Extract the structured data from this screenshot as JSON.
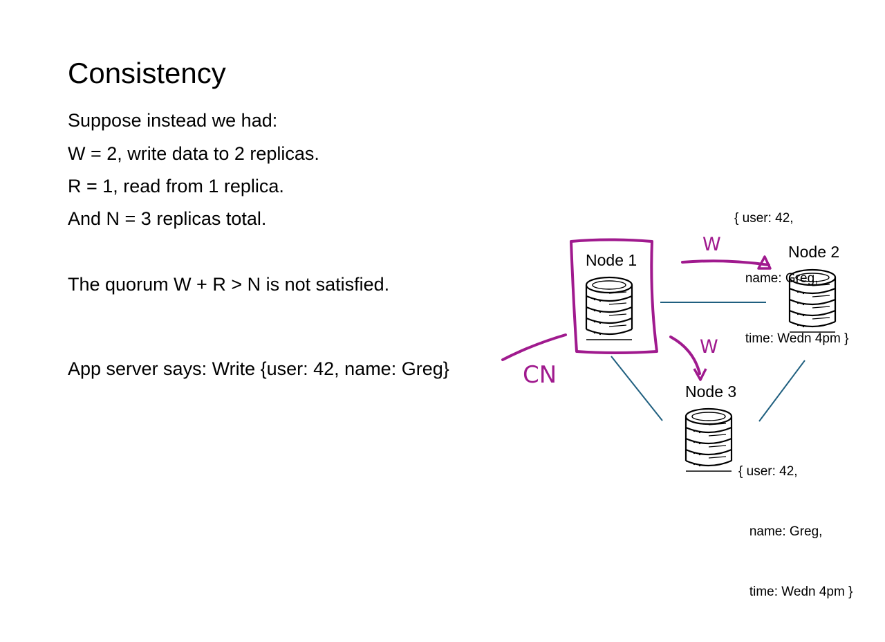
{
  "slide": {
    "title": "Consistency",
    "lines": [
      "Suppose instead we had:",
      "W = 2, write data to 2 replicas.",
      "R = 1,  read from 1 replica.",
      "And N = 3 replicas total.",
      "The quorum W + R > N is not satisfied.",
      "App server says: Write {user: 42, name: Greg}"
    ]
  },
  "diagram": {
    "nodes": [
      {
        "label": "Node 1",
        "icon": "database-icon"
      },
      {
        "label": "Node 2",
        "icon": "database-icon"
      },
      {
        "label": "Node 3",
        "icon": "database-icon"
      }
    ],
    "records": {
      "node2": [
        "{ user: 42,",
        "   name: Greg,",
        "   time: Wedn 4pm }"
      ],
      "node3": [
        "{ user: 42,",
        "   name: Greg,",
        "   time: Wedn 4pm }"
      ]
    },
    "annotations": {
      "write_label_1": "W",
      "write_label_2": "W",
      "coordinator_label": "CN"
    },
    "colors": {
      "ink": "#000000",
      "link": "#1f5f7f",
      "annotation": "#a01a8e"
    }
  }
}
